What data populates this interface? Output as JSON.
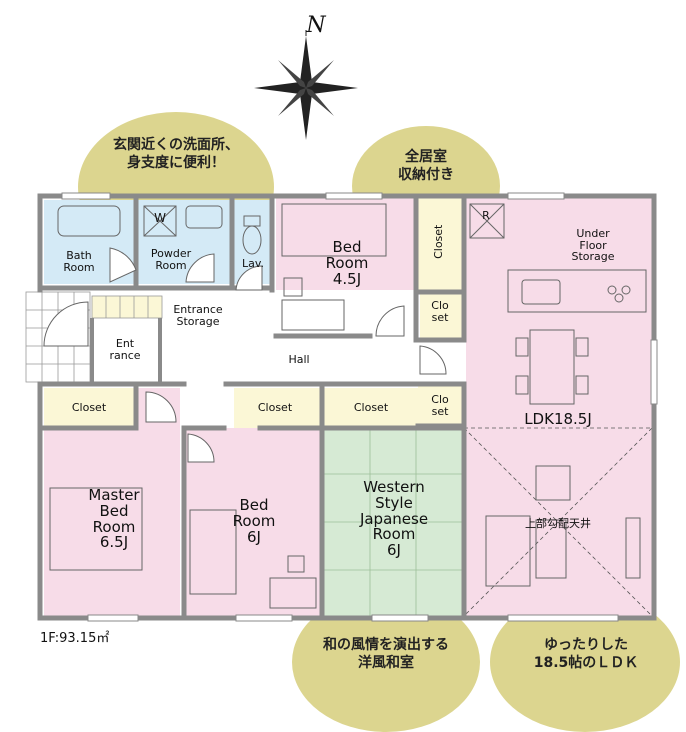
{
  "compass": {
    "north_label": "N"
  },
  "callouts": {
    "top_left": "玄関近くの洗面所、\n身支度に便利！",
    "top_right": "全居室\n収納付き",
    "bottom_center": "和の風情を演出する\n洋風和室",
    "bottom_right": "ゆったりした\n18.5帖のＬＤＫ"
  },
  "rooms": {
    "bath": "Bath\nRoom",
    "powder": "Powder\nRoom",
    "washer": "W",
    "lav": "Lav.",
    "bed45": "Bed\nRoom\n4.5J",
    "closet_vertical": "Closet",
    "closet_small_1": "Clo\nset",
    "closet_small_2": "Clo\nset",
    "refrigerator": "R",
    "underfloor": "Under\nFloor\nStorage",
    "entrance_storage": "Entrance\nStorage",
    "entrance": "Ent\nrance",
    "hall": "Hall",
    "ldk": "LDK18.5J",
    "ceiling": "上部勾配天井",
    "closet_master": "Closet",
    "closet_bed6": "Closet",
    "closet_western": "Closet",
    "master": "Master\nBed\nRoom\n6.5J",
    "bed6": "Bed\nRoom\n6J",
    "western": "Western\nStyle\nJapanese\nRoom\n6J"
  },
  "floor_area": "1F:93.15㎡",
  "colors": {
    "wall": "#8a8a8a",
    "pink": "#f7dce8",
    "blue": "#d4eaf6",
    "green": "#d6ead4",
    "closet": "#fbf7d6",
    "callout": "#dcd58f"
  }
}
